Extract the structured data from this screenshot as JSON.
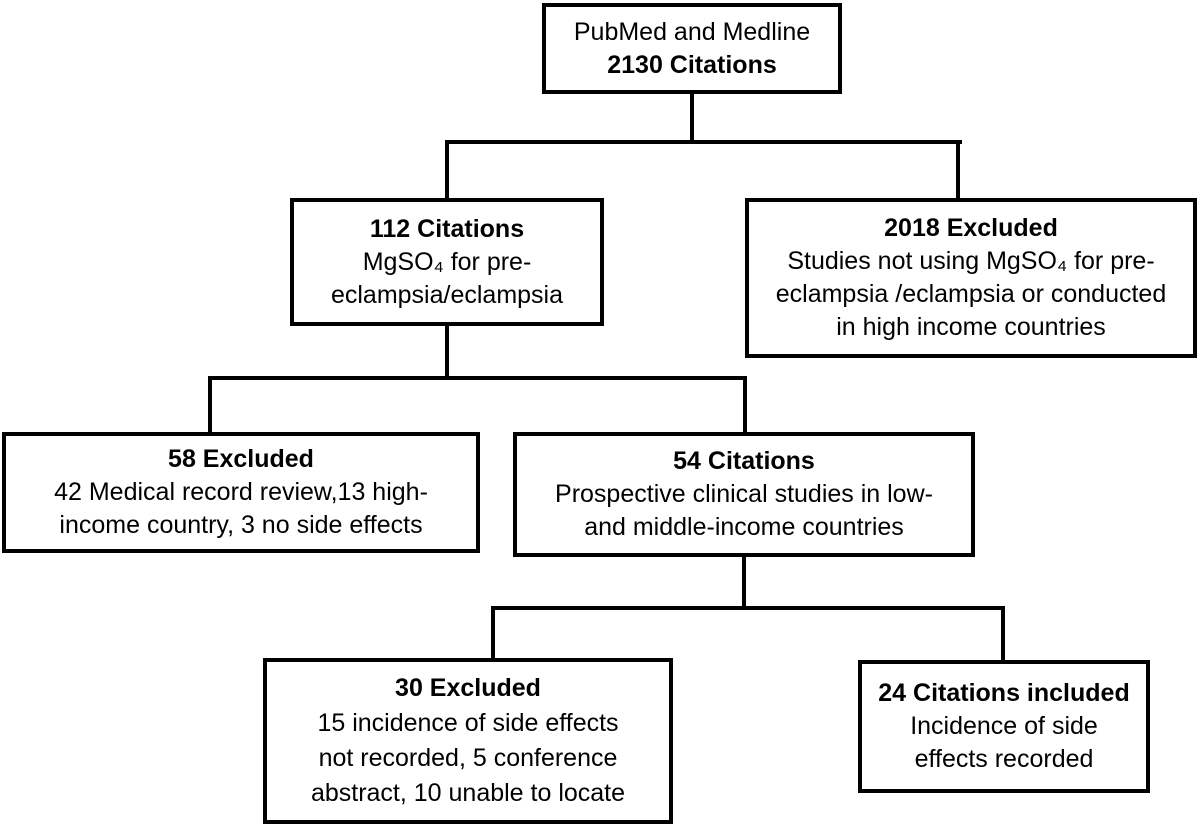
{
  "flowchart": {
    "colors": {
      "background": "#ffffff",
      "box_border": "#000000",
      "text": "#000000",
      "connector": "#000000"
    },
    "boxes": {
      "source": {
        "lines": [
          "PubMed and Medline",
          "2130 Citations"
        ]
      },
      "citations112": {
        "lines": [
          "112 Citations",
          "MgSO₄ for pre-",
          "eclampsia/eclampsia"
        ]
      },
      "excluded2018": {
        "lines": [
          "2018 Excluded",
          "Studies not using MgSO₄ for pre-",
          "eclampsia /eclampsia or conducted",
          "in high income countries"
        ]
      },
      "excluded58": {
        "lines": [
          "58 Excluded",
          "42 Medical record review,13 high-",
          "income country, 3 no side effects"
        ]
      },
      "citations54": {
        "lines": [
          "54 Citations",
          "Prospective clinical studies in low-",
          "and middle-income countries"
        ]
      },
      "excluded30": {
        "lines": [
          "30 Excluded",
          "15 incidence of side effects",
          "not recorded, 5 conference",
          "abstract, 10 unable to locate"
        ]
      },
      "included24": {
        "lines": [
          "24 Citations included",
          "Incidence of side",
          "effects recorded"
        ]
      }
    },
    "edges": [
      {
        "from": "source",
        "to": [
          "citations112",
          "excluded2018"
        ]
      },
      {
        "from": "citations112",
        "to": [
          "excluded58",
          "citations54"
        ]
      },
      {
        "from": "citations54",
        "to": [
          "excluded30",
          "included24"
        ]
      }
    ]
  }
}
